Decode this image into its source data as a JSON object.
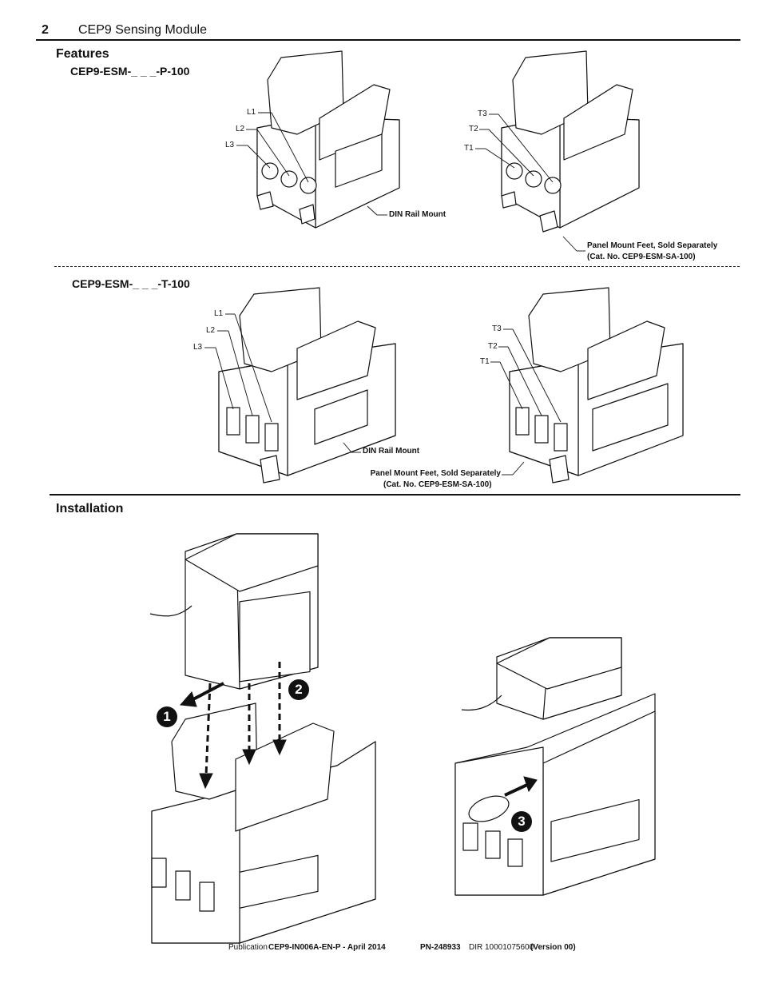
{
  "header": {
    "page_number": "2",
    "title": "CEP9 Sensing Module"
  },
  "features": {
    "heading": "Features",
    "p_model": "CEP9-ESM-_ _ _-P-100",
    "t_model": "CEP9-ESM-_ _ _-T-100",
    "line_labels": [
      "L1",
      "L2",
      "L3"
    ],
    "load_labels": [
      "T3",
      "T2",
      "T1"
    ],
    "din_rail": "DIN Rail Mount",
    "panel_feet": "Panel Mount Feet, Sold Separately",
    "panel_feet_cat": "(Cat. No. CEP9-ESM-SA-100)"
  },
  "installation": {
    "heading": "Installation",
    "steps": [
      "1",
      "2",
      "3"
    ]
  },
  "footer": {
    "publication_prefix": "Publication",
    "publication": "CEP9-IN006A-EN-P -  April 2014",
    "pn": "PN-248933",
    "dir": "DIR 10001075600",
    "version": "(Version 00)"
  },
  "colors": {
    "ink": "#111111",
    "paper": "#ffffff",
    "shade": "#cfcfcf"
  }
}
